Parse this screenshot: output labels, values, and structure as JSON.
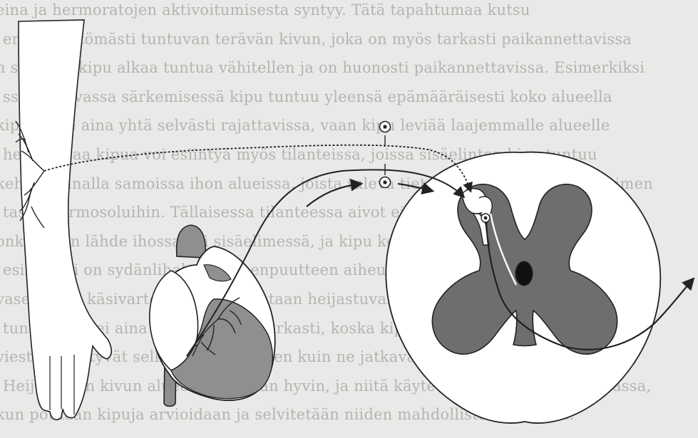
{
  "colors": {
    "page": "#e9e9e7",
    "background_text": "#b4b4b2",
    "figure_fill": "#ffffff",
    "outline": "#222222",
    "grey_matter": "#6e6e6e",
    "heart_shade": "#8f8f8f",
    "central_canal": "#111111"
  },
  "background_text_lines": [
    "eina ja hermoratojen aktivoitumisesta syntyy. Tätä tapahtumaa kutsu",
    "enää välittömästi tuntuvan terävän kivun, joka on myös tarkasti paikannettavissa",
    "n syvempi kipu alkaa tuntua vähitellen ja on huonosti paikannettavissa. Esimerkiksi",
    "ssä tuntuvassa särkemisessä kipu tuntuu yleensä epämääräisesti koko alueella",
    "kipu ei ole aina yhtä selvästi rajattavissa, vaan kipu leviää laajemmalle alueelle",
    "heijastuvaa kipua voi esiintyä myös tilanteissa, joissa sisäelinten kipu tuntuu",
    "kehon pinnalla samoissa ihon alueissa, joista tuleva tieto kulkee samaan selkäytimen",
    "tason hermosoluihin. Tällaisessa tilanteessa aivot eivät pysty erottamaan,",
    "onko kivun lähde ihossa vai sisäelimessä, ja kipu koetaan ihon kipuna. Tunnetuin",
    "esimerkki on sydänlihaksen hapenpuutteen aiheuttama rintakipu, joka säteilee",
    "vasempaan käsivarteen. Tätä kutsutaan heijastuvaksi kivuksi (kuva). Kivun",
    "tuntemusta ei aina voi paikantaa tarkasti, koska kipua välittävien hermoratojen",
    "viestit yhdistyvät selkäytimessä ennen kuin ne jatkavat matkaansa aivoihin.",
    "Heijastuvan kivun alueet tunnetaan hyvin, ja niitä käytetään apuna diagnostiikassa,",
    "kun potilaan kipuja arvioidaan ja selvitetään niiden mahdollista alkuperää."
  ]
}
